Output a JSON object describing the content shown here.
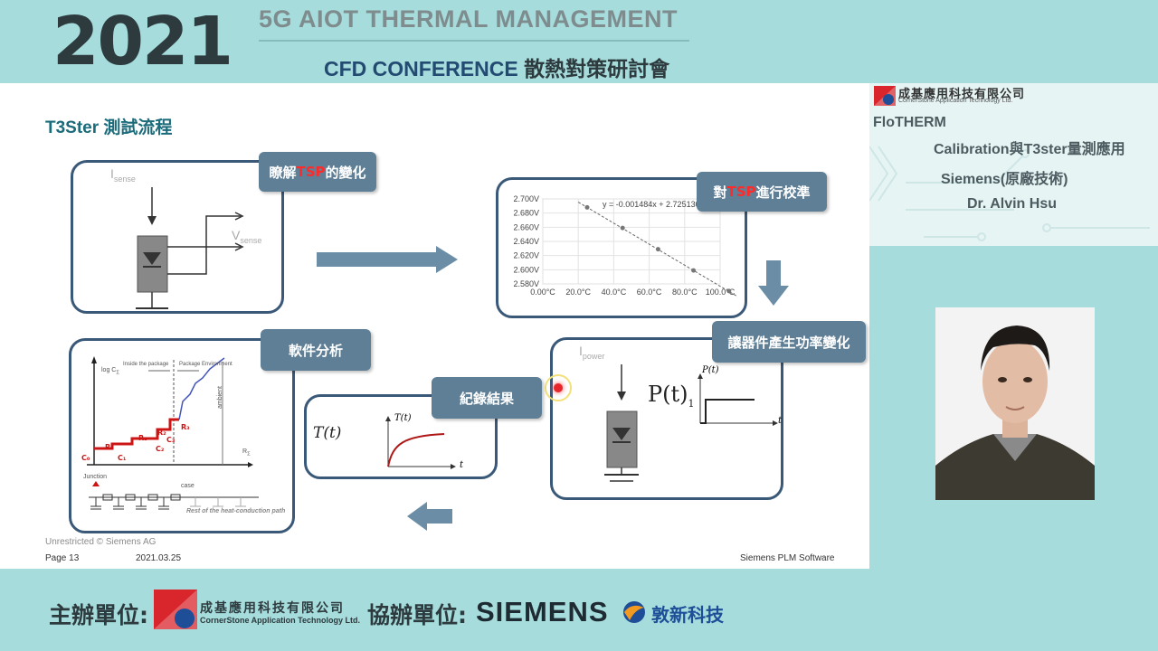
{
  "header": {
    "year": "2021",
    "conference_title": "5G AIOT THERMAL MANAGEMENT",
    "conference_subtitle_en": "CFD CONFERENCE",
    "conference_subtitle_cn": "散熱對策研討會"
  },
  "slide": {
    "title": "T3Ster 測試流程",
    "callouts": {
      "understand_prefix": "瞭解 ",
      "understand_tsp": "TSP",
      "understand_suffix": " 的變化",
      "calibrate_prefix": "對 ",
      "calibrate_tsp": "TSP",
      "calibrate_suffix": " 進行校準",
      "power_change": "讓器件產生功率變化",
      "record": "紀錄結果",
      "analysis": "軟件分析"
    },
    "panel1": {
      "i_sense": "I",
      "i_sense_sub": "sense",
      "v_sense": "V",
      "v_sense_sub": "sense"
    },
    "panel2": {
      "equation": "y = -0.001484x + 2.725130"
    },
    "panel3": {
      "i_power": "I",
      "i_power_sub": "power",
      "p_label": "P(t)",
      "p_sub": "1",
      "axis_p": "P(t)",
      "axis_t": "t"
    },
    "panel4": {
      "t_label": "T(t)",
      "axis_y": "T(t)",
      "axis_t": "t"
    },
    "panel5": {
      "ylabel": "log C",
      "ylabel_sub": "Σ",
      "inside": "Inside the package",
      "env": "Package Environment",
      "ambient": "ambient",
      "rsum": "R",
      "rsum_sub": "Σ",
      "junction": "Junction",
      "case": "case",
      "rest": "Rest of the heat-conduction path",
      "c0": "C₀",
      "r0": "R₀",
      "c1": "C₁",
      "r1": "R₁",
      "c2": "C₂",
      "r2": "R₂",
      "c3": "C₃",
      "r3": "R₃"
    },
    "footer": {
      "classification": "Unrestricted © Siemens AG",
      "page": "Page 13",
      "date": "2021.03.25",
      "software": "Siemens PLM Software"
    }
  },
  "chart_data": {
    "type": "scatter",
    "title": "",
    "equation": "y = -0.001484x + 2.725130",
    "x_ticks": [
      "0.00°C",
      "20.0°C",
      "40.0°C",
      "60.0°C",
      "80.0°C",
      "100.0°C"
    ],
    "y_ticks": [
      "2.700V",
      "2.680V",
      "2.660V",
      "2.640V",
      "2.620V",
      "2.600V",
      "2.580V"
    ],
    "xlim": [
      0,
      100
    ],
    "ylim": [
      2.58,
      2.7
    ],
    "x": [
      25,
      45,
      65,
      85,
      105
    ],
    "y": [
      2.688,
      2.659,
      2.629,
      2.599,
      2.57
    ],
    "fit_line": {
      "slope": -0.001484,
      "intercept": 2.72513
    },
    "grid": true
  },
  "info": {
    "company_cn": "成基應用科技有限公司",
    "company_en": "CornerStone Application Technology Ltd.",
    "line1": "FloTHERM",
    "line2": "Calibration與T3ster量測應用",
    "line3": "Siemens(原廠技術)",
    "line4": "Dr. Alvin Hsu"
  },
  "bottom": {
    "organizer_label": "主辦單位:",
    "organizer_cn": "成基應用科技有限公司",
    "organizer_en": "CornerStone Application Technology Ltd.",
    "co_organizer_label": "協辦單位:",
    "siemens": "SIEMENS",
    "dunxin": "敦新科技"
  },
  "colors": {
    "background": "#a6dcdc",
    "panel_border": "#3a5878",
    "callout": "#5f7f96",
    "tsp_red": "#ff2a2a",
    "curve_red": "#b01818"
  }
}
